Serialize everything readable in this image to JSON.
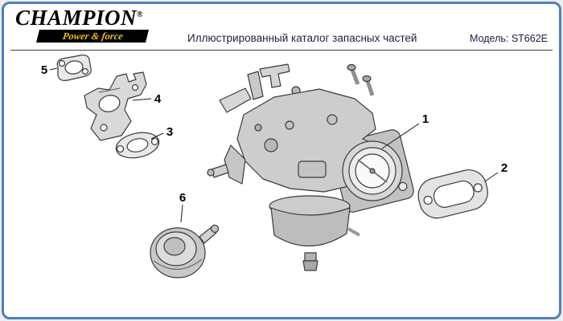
{
  "header": {
    "logo": {
      "text": "CHAMPION",
      "reg_mark": "®",
      "tagline": "Power & force"
    },
    "title": "Иллюстрированный каталог запасных частей",
    "model": "Модель: ST662E"
  },
  "diagram": {
    "description": "exploded-view carburetor parts illustration",
    "callouts": [
      {
        "label": "1"
      },
      {
        "label": "2"
      },
      {
        "label": "3"
      },
      {
        "label": "4"
      },
      {
        "label": "5"
      },
      {
        "label": "6"
      }
    ]
  },
  "colors": {
    "page_border": "#4a80c2",
    "tagline_bg": "#000000",
    "tagline_text": "#f2c400",
    "header_text": "#1c1c44",
    "line_art_stroke": "#3a3a3a"
  }
}
